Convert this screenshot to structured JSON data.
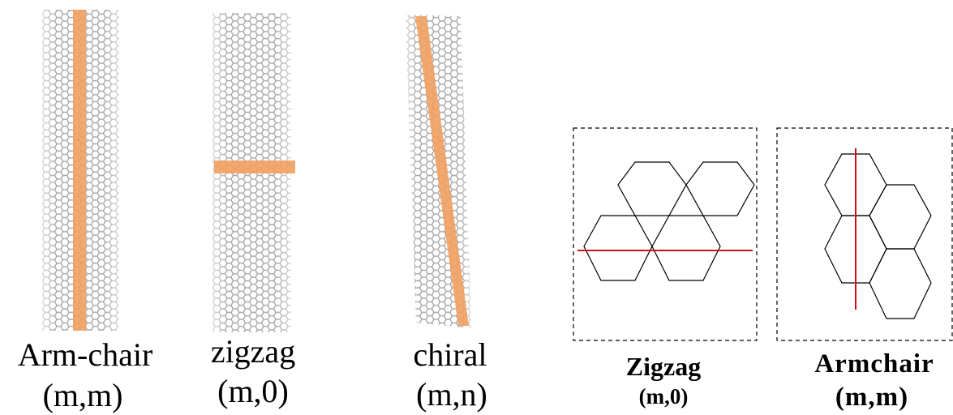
{
  "tubes": [
    {
      "id": "armchair",
      "name": "Arm-chair",
      "index": "(m,m)"
    },
    {
      "id": "zigzag",
      "name": "zigzag",
      "index": "(m,0)"
    },
    {
      "id": "chiral",
      "name": "chiral",
      "index": "(m,n)"
    }
  ],
  "panels": [
    {
      "id": "zigzag-panel",
      "name": "Zigzag",
      "index": "(m,0)"
    },
    {
      "id": "armchair-panel",
      "name": "Armchair",
      "index": "(m,m)"
    }
  ],
  "colors": {
    "lattice": "#a8a8a8",
    "stripe": "#f0a060",
    "axis_line": "#cc1111",
    "hexagon": "#000000",
    "box_border": "#000000"
  }
}
